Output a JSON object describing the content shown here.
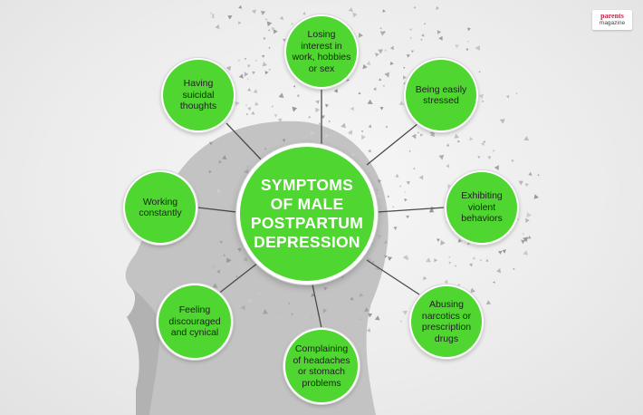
{
  "diagram": {
    "center": {
      "title": "SYMPTOMS OF MALE POSTPARTUM DEPRESSION"
    },
    "nodes": [
      {
        "id": "losing-interest",
        "label": "Losing interest in work, hobbies or sex"
      },
      {
        "id": "easily-stressed",
        "label": "Being easily stressed"
      },
      {
        "id": "violent",
        "label": "Exhibiting violent behaviors"
      },
      {
        "id": "abusing",
        "label": "Abusing narcotics or prescription drugs"
      },
      {
        "id": "headaches",
        "label": "Complaining of headaches or stomach problems"
      },
      {
        "id": "discouraged",
        "label": "Feeling discouraged and cynical"
      },
      {
        "id": "working",
        "label": "Working constantly"
      },
      {
        "id": "suicidal",
        "label": "Having suicidal thoughts"
      }
    ]
  },
  "brand": {
    "line1": "parents",
    "line2": "magazine"
  },
  "colors": {
    "node_green": "#4fd630",
    "head_silhouette": "#c3c3c3",
    "connector": "#4a4a4a",
    "background": "#ececec",
    "brand_red": "#c0264c"
  },
  "icons": {
    "head": "human-head-profile-silhouette",
    "particles": "dissolving-particles"
  }
}
